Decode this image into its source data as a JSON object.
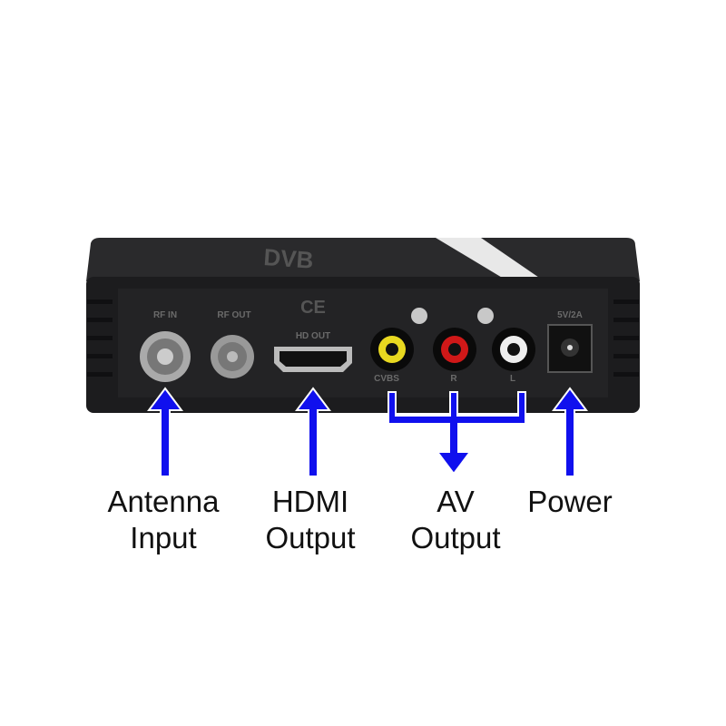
{
  "device": {
    "brand_mark": "DVB",
    "port_labels": {
      "rf_in": "RF IN",
      "rf_out": "RF OUT",
      "hd_out": "HD OUT",
      "cvbs": "CVBS",
      "r": "R",
      "l": "L",
      "power_rating": "5V/2A",
      "cert": "CE"
    }
  },
  "annotations": {
    "antenna": [
      "Antenna",
      "Input"
    ],
    "hdmi": [
      "HDMI",
      "Output"
    ],
    "av": [
      "AV",
      "Output"
    ],
    "power": "Power"
  },
  "colors": {
    "arrow": "#1010ee",
    "device": "#1c1c1e"
  }
}
